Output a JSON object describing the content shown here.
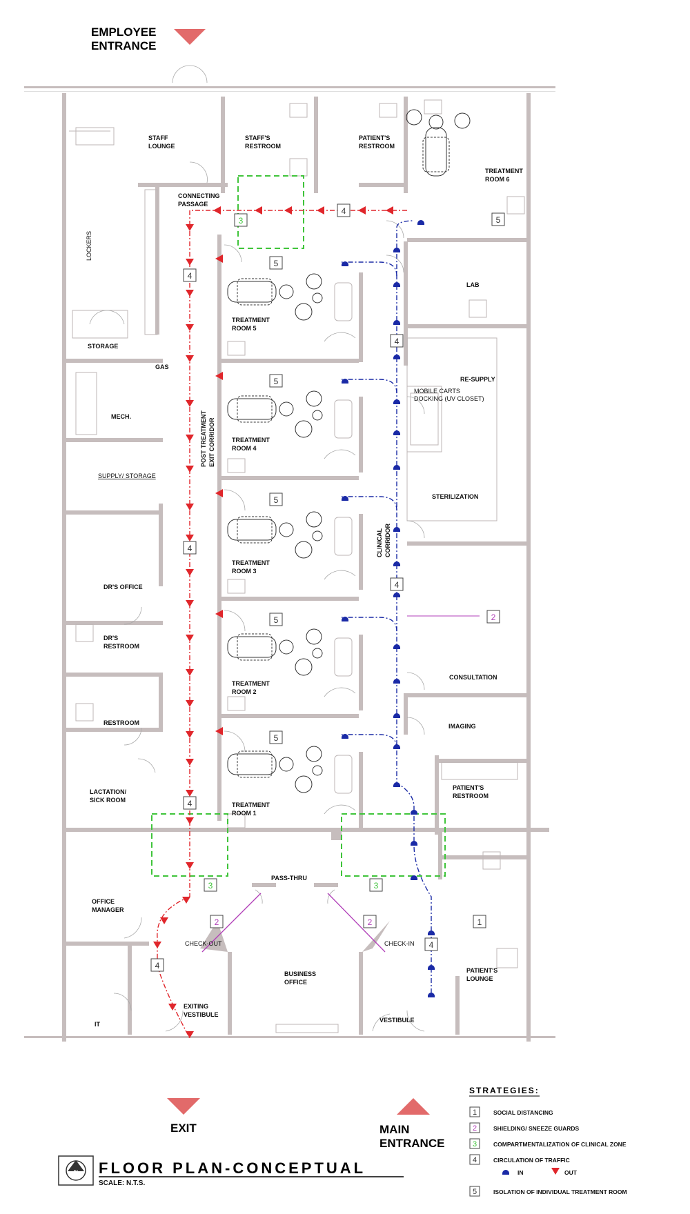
{
  "entrances": {
    "employee_line1": "EMPLOYEE",
    "employee_line2": "ENTRANCE",
    "exit": "EXIT",
    "main_line1": "MAIN",
    "main_line2": "ENTRANCE"
  },
  "rooms": {
    "staff_lounge": [
      "STAFF",
      "LOUNGE"
    ],
    "staffs_restroom": [
      "STAFF'S",
      "RESTROOM"
    ],
    "patients_restroom_top": [
      "PATIENT'S",
      "RESTROOM"
    ],
    "treatment_room_6": [
      "TREATMENT",
      "ROOM 6"
    ],
    "connecting_passage": [
      "CONNECTING",
      "PASSAGE"
    ],
    "lockers": "LOCKERS",
    "lab": "LAB",
    "treatment_room_5": [
      "TREATMENT",
      "ROOM 5"
    ],
    "storage": "STORAGE",
    "gas": "GAS",
    "re_supply": "RE-SUPPLY",
    "mobile_carts": [
      "MOBILE CARTS",
      "DOCKING (UV CLOSET)"
    ],
    "mech": "MECH.",
    "treatment_room_4": [
      "TREATMENT",
      "ROOM 4"
    ],
    "post_treatment": [
      "POST TREATMENT",
      "EXIT CORRIDOR"
    ],
    "supply_storage": "SUPPLY/ STORAGE",
    "sterilization": "STERILIZATION",
    "clinical_corridor": [
      "CLINICAL",
      "CORRIDOR"
    ],
    "treatment_room_3": [
      "TREATMENT",
      "ROOM 3"
    ],
    "drs_office": "DR'S OFFICE",
    "drs_restroom": [
      "DR'S",
      "RESTROOM"
    ],
    "treatment_room_2": [
      "TREATMENT",
      "ROOM 2"
    ],
    "consultation": "CONSULTATION",
    "restroom": "RESTROOM",
    "imaging": "IMAGING",
    "lactation": [
      "LACTATION/",
      "SICK ROOM"
    ],
    "treatment_room_1": [
      "TREATMENT",
      "ROOM 1"
    ],
    "patients_restroom_right": [
      "PATIENT'S",
      "RESTROOM"
    ],
    "pass_thru": "PASS-THRU",
    "office_manager": [
      "OFFICE",
      "MANAGER"
    ],
    "check_out": "CHECK-OUT",
    "check_in": "CHECK-IN",
    "patients_lounge": [
      "PATIENT'S",
      "LOUNGE"
    ],
    "business_office": [
      "BUSINESS",
      "OFFICE"
    ],
    "exiting_vestibule": [
      "EXITING",
      "VESTIBULE"
    ],
    "vestibule": "VESTIBULE",
    "it": "IT"
  },
  "markers": {
    "n1": "1",
    "n2": "2",
    "n3": "3",
    "n4": "4",
    "n5": "5"
  },
  "legend": {
    "heading": "STRATEGIES:",
    "items": [
      {
        "num": "1",
        "label": "SOCIAL DISTANCING",
        "color": "#444444"
      },
      {
        "num": "2",
        "label": "SHIELDING/ SNEEZE GUARDS",
        "color": "#b13fb8"
      },
      {
        "num": "3",
        "label": "COMPARTMENTALIZATION OF CLINICAL ZONE",
        "color": "#3fc43a"
      },
      {
        "num": "4",
        "label": "CIRCULATION OF TRAFFIC",
        "color": "#444444"
      },
      {
        "num": "5",
        "label": "ISOLATION OF INDIVIDUAL TREATMENT ROOM",
        "color": "#444444"
      }
    ],
    "in_label": "IN",
    "out_label": "OUT"
  },
  "title_block": {
    "title": "FLOOR PLAN-CONCEPTUAL",
    "scale": "SCALE: N.T.S.",
    "north": "N"
  },
  "colors": {
    "wall": "#c6bdbd",
    "in_arrow": "#1a2aa6",
    "out_arrow": "#e0262b",
    "zone": "#3fc43a",
    "shield": "#b13fb8",
    "entrance_triangle": "#e26a6a"
  }
}
